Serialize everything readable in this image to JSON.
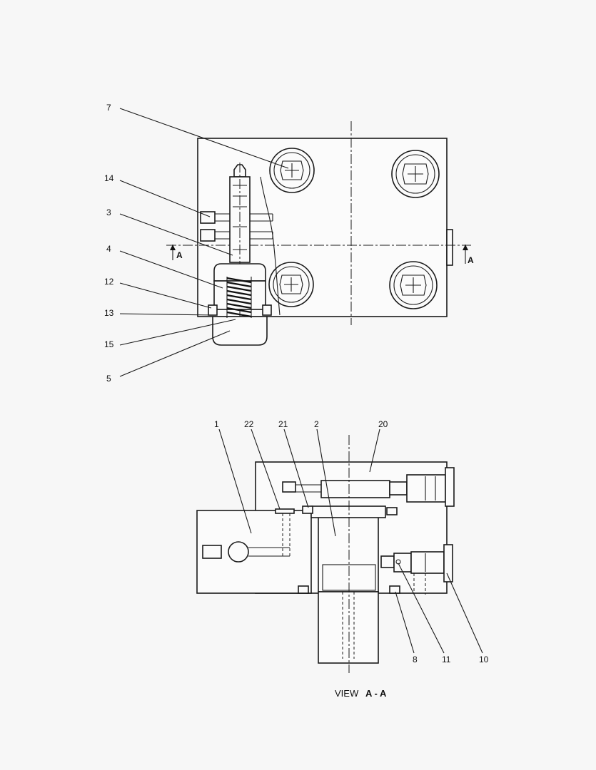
{
  "drawing": {
    "top_view": {
      "section_marker_left": "A",
      "section_marker_right": "A",
      "callouts": [
        {
          "id": "callout-7",
          "number": "7"
        },
        {
          "id": "callout-14",
          "number": "14"
        },
        {
          "id": "callout-3",
          "number": "3"
        },
        {
          "id": "callout-4",
          "number": "4"
        },
        {
          "id": "callout-12",
          "number": "12"
        },
        {
          "id": "callout-13",
          "number": "13"
        },
        {
          "id": "callout-15",
          "number": "15"
        },
        {
          "id": "callout-5",
          "number": "5"
        }
      ]
    },
    "section_view": {
      "caption_prefix": "VIEW",
      "caption_section": "A - A",
      "callouts": [
        {
          "id": "callout-1",
          "number": "1"
        },
        {
          "id": "callout-22",
          "number": "22"
        },
        {
          "id": "callout-21",
          "number": "21"
        },
        {
          "id": "callout-2",
          "number": "2"
        },
        {
          "id": "callout-20",
          "number": "20"
        },
        {
          "id": "callout-8",
          "number": "8"
        },
        {
          "id": "callout-11",
          "number": "11"
        },
        {
          "id": "callout-10",
          "number": "10"
        }
      ]
    }
  }
}
